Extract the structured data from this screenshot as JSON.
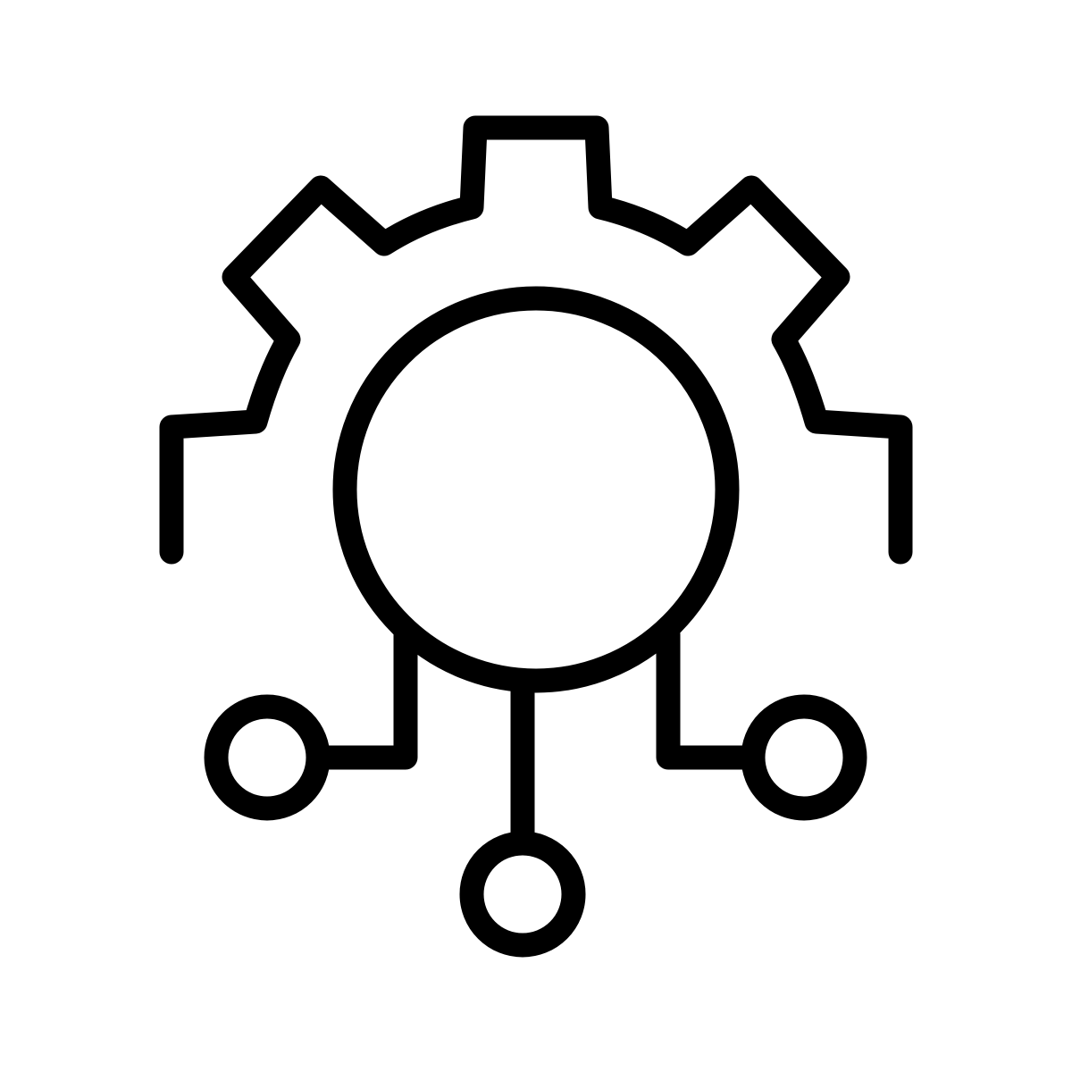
{
  "icon": {
    "name": "gear-network-icon",
    "stroke_color": "#000000",
    "background_color": "#ffffff",
    "parts": [
      "gear-outline",
      "hub-circle",
      "left-node",
      "center-node",
      "right-node"
    ]
  }
}
